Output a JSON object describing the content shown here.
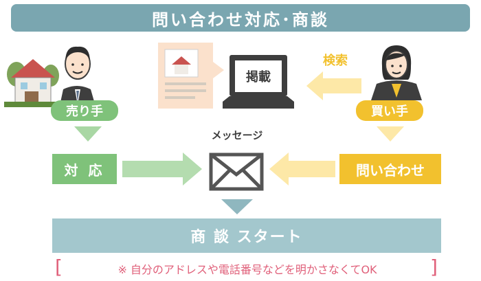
{
  "title": "問い合わせ対応･商談",
  "seller": {
    "label": "売り手"
  },
  "buyer": {
    "label": "買い手"
  },
  "listing_label": "掲載",
  "search_label": "検索",
  "message_label": "メッセージ",
  "response_box": "対 応",
  "inquiry_box": "問い合わせ",
  "start_bar": "商 談 スタート",
  "note": "※ 自分のアドレスや電話番号などを明かさなくてOK",
  "bracket_left": "[",
  "bracket_right": "]",
  "colors": {
    "title_bg": "#7aa6b0",
    "seller_green": "#7fc27a",
    "buyer_yellow": "#f2c12e",
    "start_bg": "#a3c7cd",
    "note_pink": "#e0607a"
  },
  "icons": [
    "house-icon",
    "seller-person-icon",
    "buyer-person-icon",
    "laptop-icon",
    "listing-document-icon",
    "envelope-icon"
  ]
}
